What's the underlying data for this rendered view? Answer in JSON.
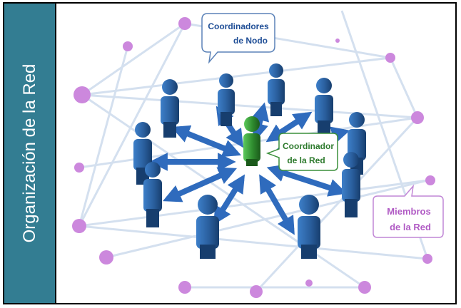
{
  "sidebar": {
    "title": "Organización de la Red"
  },
  "callouts": {
    "node_coordinators": {
      "line1": "Coordinadores",
      "line2": "de Nodo"
    },
    "network_coordinator": {
      "line1": "Coordinador",
      "line2": "de la Red"
    },
    "network_members": {
      "line1": "Miembros",
      "line2": "de la Red"
    }
  },
  "colors": {
    "sidebar": "#337d92",
    "figure_blue": "#2a5f9e",
    "figure_green": "#2e8b2e",
    "arrow_blue": "#2f6bbd",
    "member_dot": "#cc88dd",
    "network_line": "#d4e0ef",
    "callout_blue": "#1f4e96",
    "callout_green": "#2d7a2d",
    "callout_purple": "#b05ac4"
  }
}
